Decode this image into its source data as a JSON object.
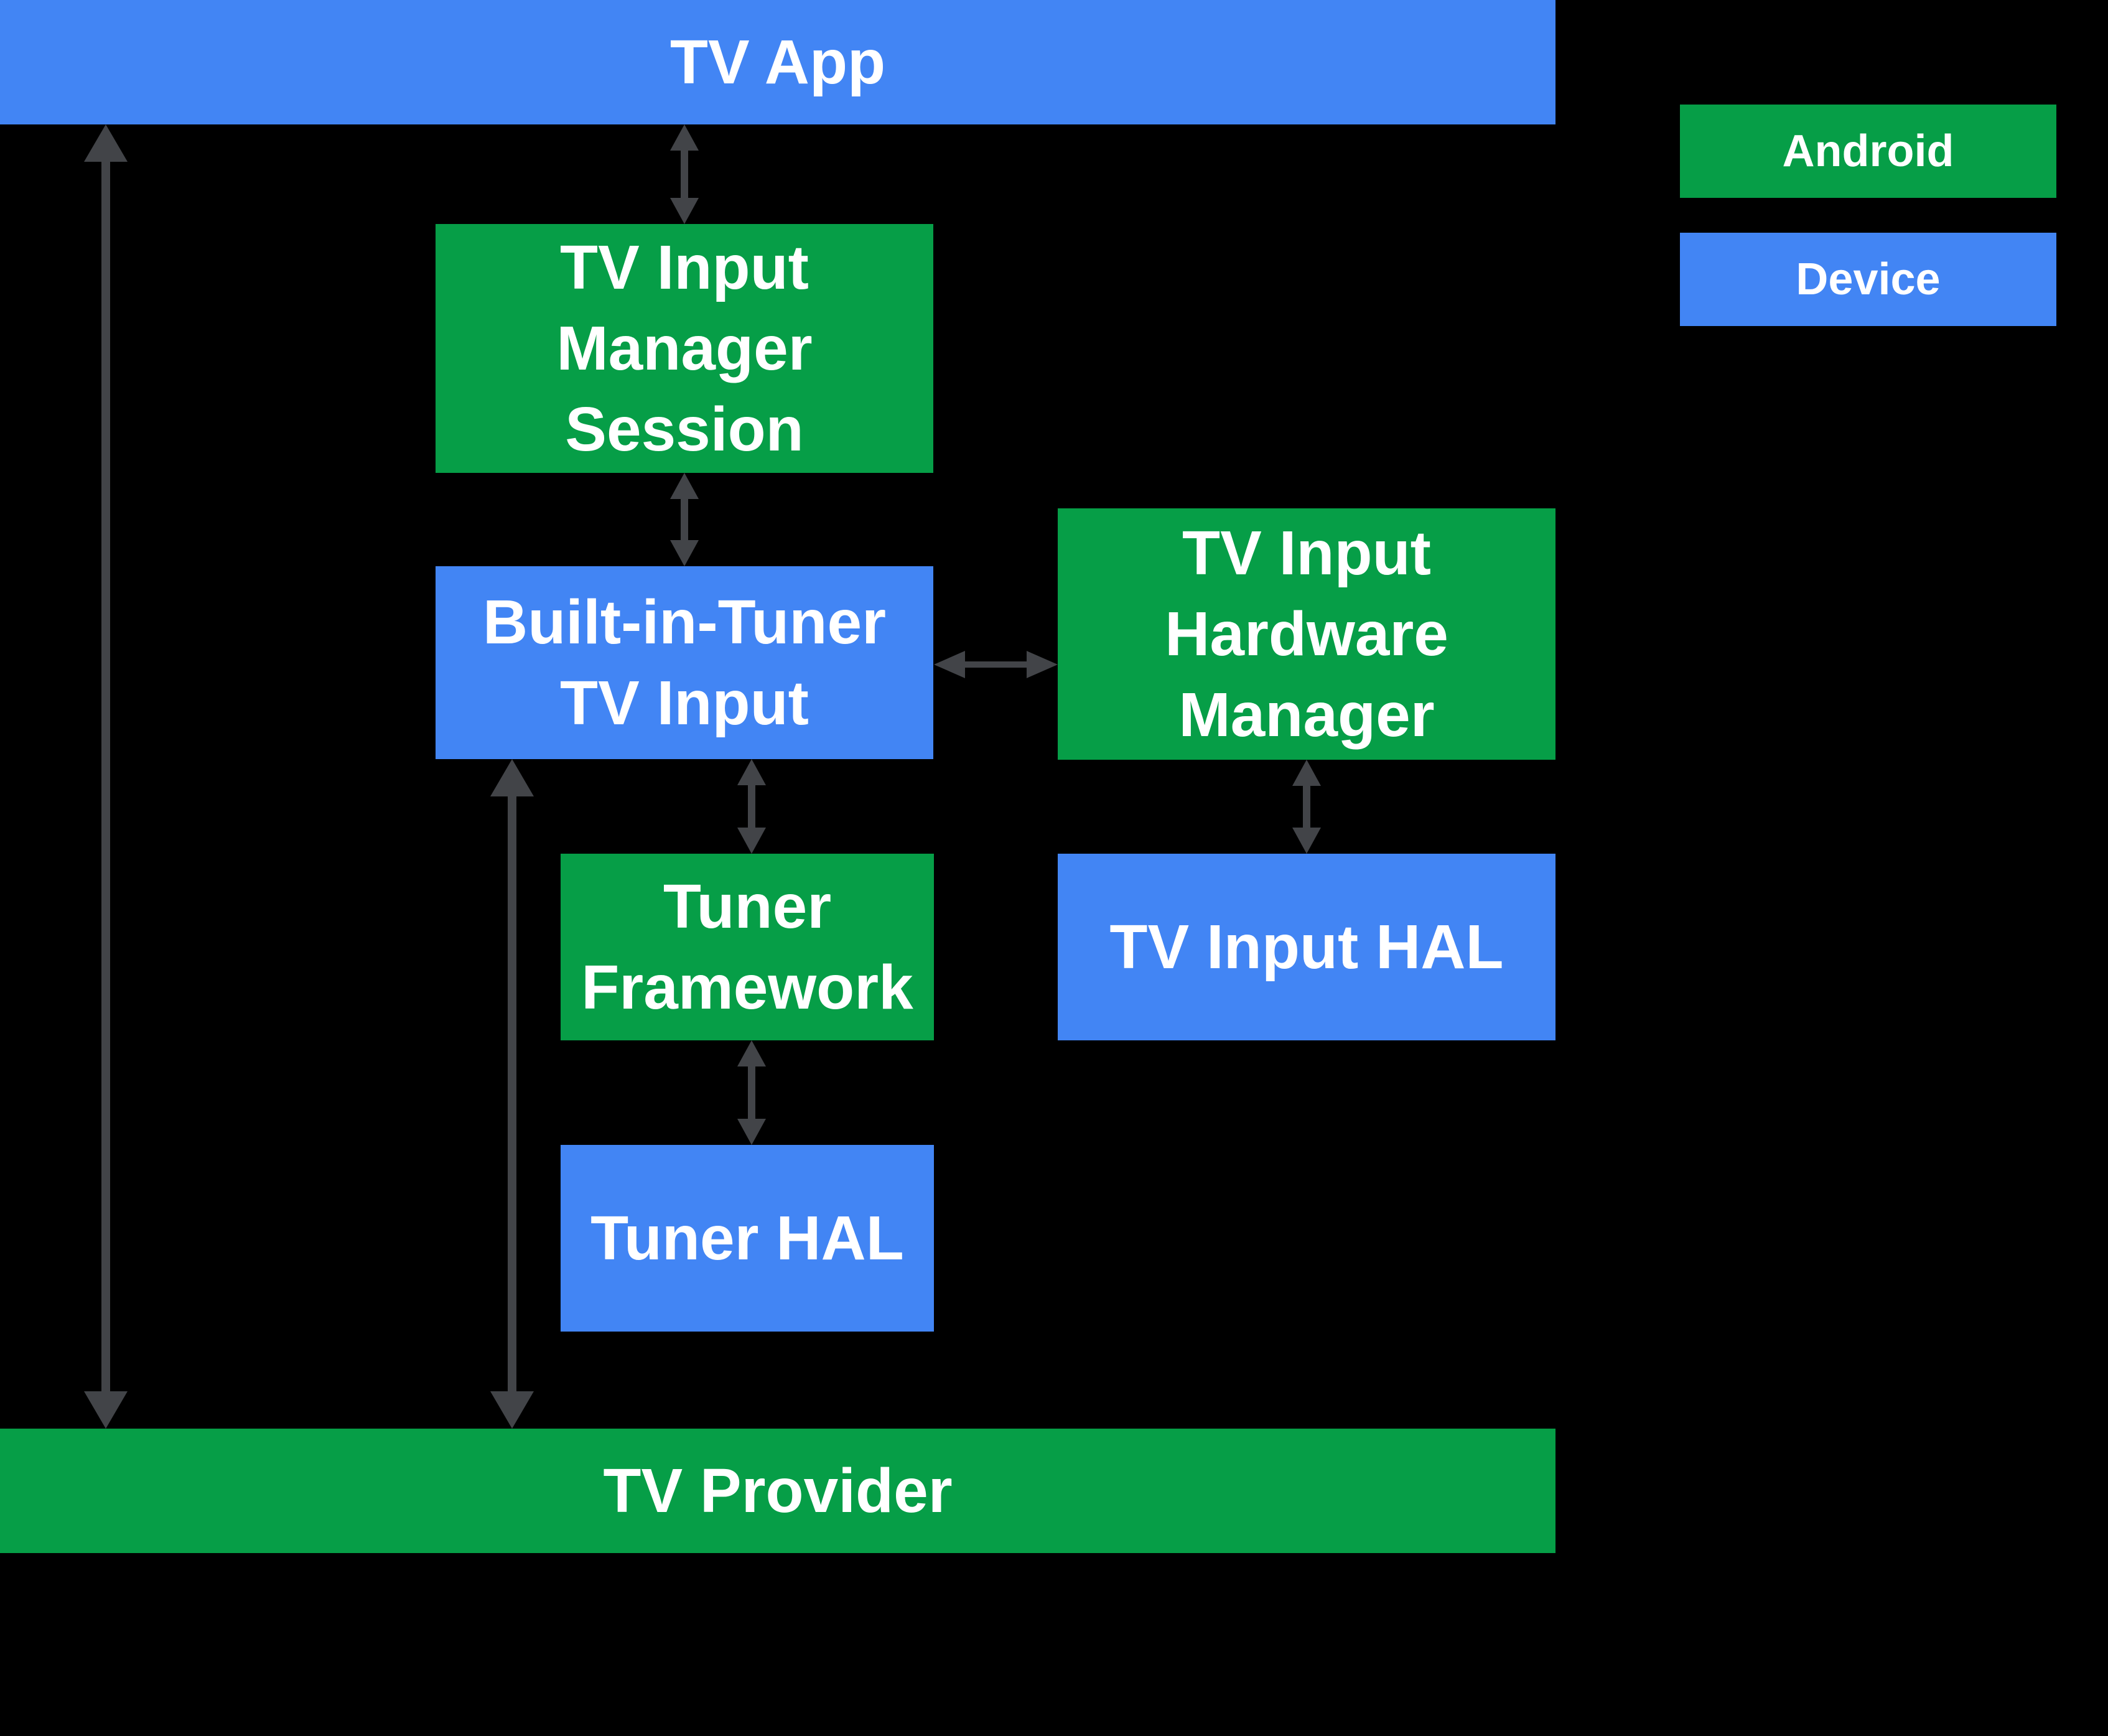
{
  "colors": {
    "android_green": "#069E47",
    "device_blue": "#4285F4",
    "arrow_gray": "#424448",
    "background": "#000000",
    "label_text": "#FFFFFF"
  },
  "nodes": {
    "tv_app": {
      "label": "TV App",
      "layer": "Device"
    },
    "tv_input_manager_session": {
      "label": "TV Input Manager Session",
      "layer": "Android"
    },
    "built_in_tuner_tv_input": {
      "label": "Built-in-Tuner TV Input",
      "layer": "Device"
    },
    "tv_input_hardware_manager": {
      "label": "TV Input Hardware Manager",
      "layer": "Android"
    },
    "tuner_framework": {
      "label": "Tuner Framework",
      "layer": "Android"
    },
    "tv_input_hal": {
      "label": "TV Input HAL",
      "layer": "Device"
    },
    "tuner_hal": {
      "label": "Tuner HAL",
      "layer": "Device"
    },
    "tv_provider": {
      "label": "TV Provider",
      "layer": "Android"
    }
  },
  "legend": {
    "android_label": "Android",
    "device_label": "Device"
  },
  "edges": [
    {
      "from": "TV App",
      "to": "TV Provider",
      "direction": "bidirectional"
    },
    {
      "from": "TV App",
      "to": "TV Input Manager Session",
      "direction": "bidirectional"
    },
    {
      "from": "TV Input Manager Session",
      "to": "Built-in-Tuner TV Input",
      "direction": "bidirectional"
    },
    {
      "from": "Built-in-Tuner TV Input",
      "to": "TV Input Hardware Manager",
      "direction": "bidirectional"
    },
    {
      "from": "TV Input Hardware Manager",
      "to": "TV Input HAL",
      "direction": "bidirectional"
    },
    {
      "from": "Built-in-Tuner TV Input",
      "to": "Tuner Framework",
      "direction": "bidirectional"
    },
    {
      "from": "Built-in-Tuner TV Input",
      "to": "TV Provider",
      "direction": "bidirectional"
    },
    {
      "from": "Tuner Framework",
      "to": "Tuner HAL",
      "direction": "bidirectional"
    }
  ]
}
